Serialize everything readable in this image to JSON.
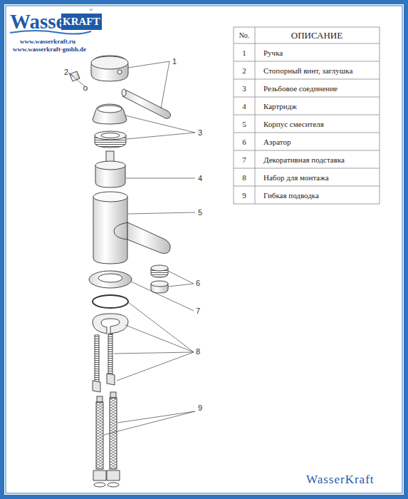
{
  "diagram": {
    "labels": [
      "Wasser",
      "KRAFT",
      "®",
      "www.wasserkraft.ru",
      "www.wasserkraft-gmbh.de",
      "No.",
      "ОПИСАНИЕ",
      "1",
      "Ручка",
      "2",
      "Стопорный винт, заглушка",
      "3",
      "Резьбовое соединение",
      "4",
      "Картридж",
      "5",
      "Корпус смесителя",
      "6",
      "Аэратор",
      "7",
      "Декоративная подставка",
      "8",
      "Набор для монтажа",
      "9",
      "Гибкая подводка",
      "1",
      "2",
      "3",
      "4",
      "5",
      "6",
      "7",
      "8",
      "9",
      "WasserKraft"
    ]
  }
}
